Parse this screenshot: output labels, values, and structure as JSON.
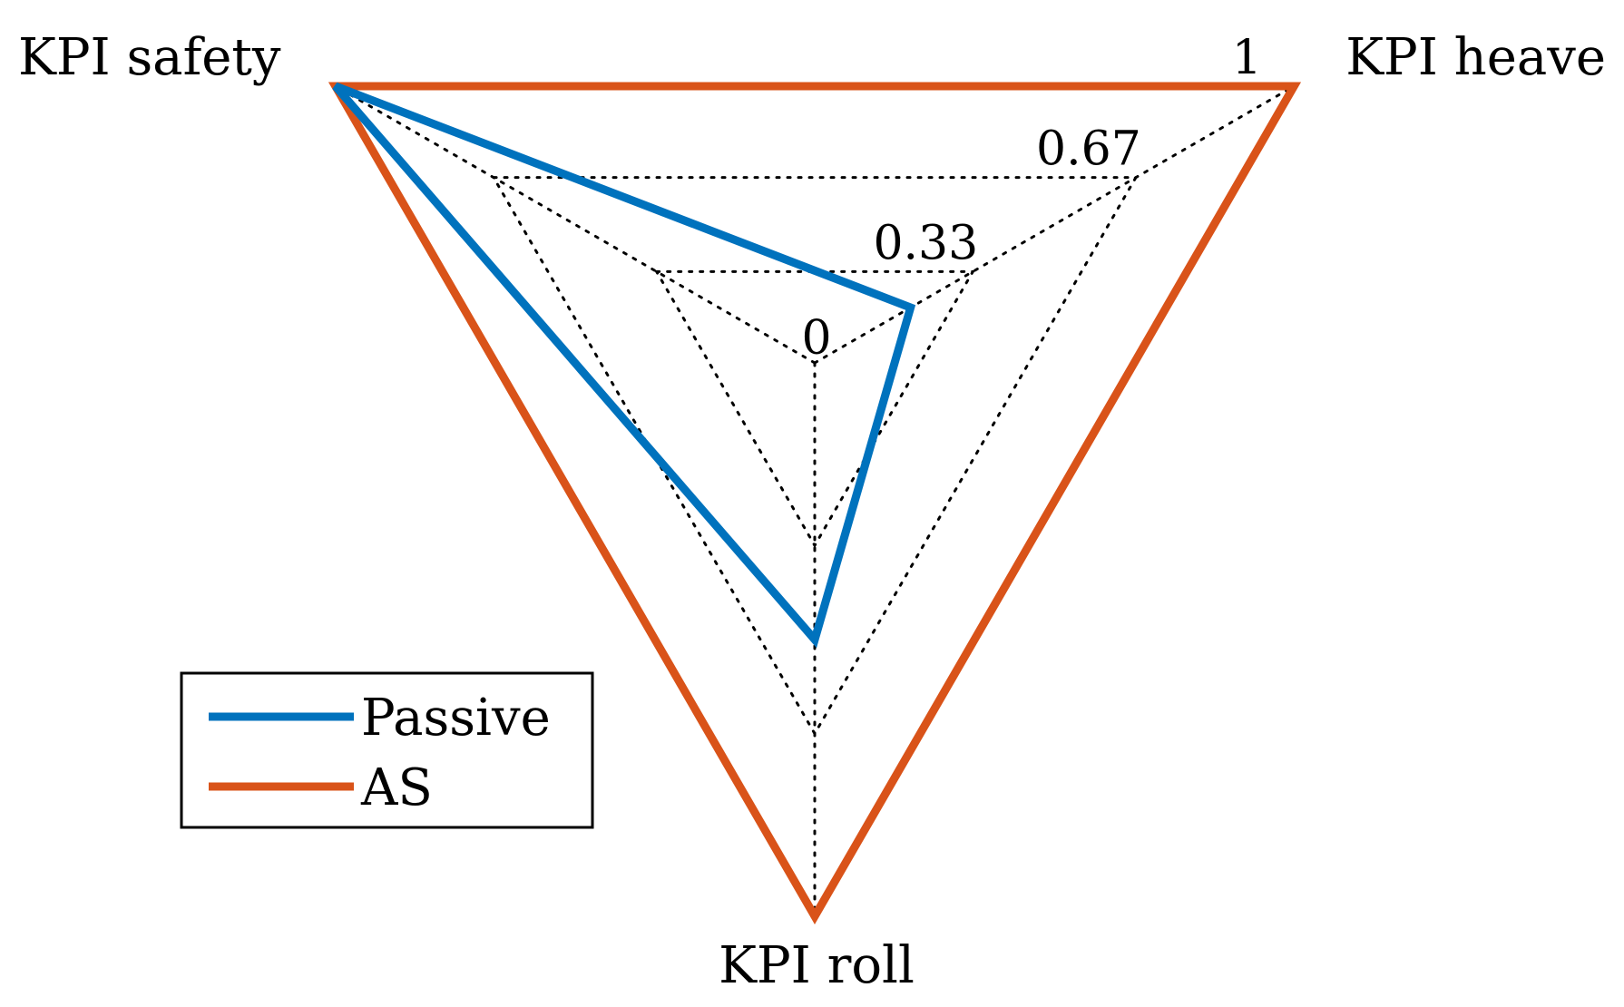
{
  "chart_data": {
    "type": "radar",
    "axes": [
      "KPI safety",
      "KPI heave",
      "KPI roll"
    ],
    "ticks": [
      0,
      0.33,
      0.67,
      1
    ],
    "tick_labels": [
      "0",
      "0.33",
      "0.67",
      "1"
    ],
    "range": [
      0,
      1
    ],
    "grid": true,
    "legend_position": "bottom-left",
    "series": [
      {
        "name": "Passive",
        "color": "#0072BD",
        "values": [
          1.0,
          0.2,
          0.5
        ]
      },
      {
        "name": "AS",
        "color": "#D95319",
        "values": [
          1.0,
          1.0,
          1.0
        ]
      }
    ]
  }
}
